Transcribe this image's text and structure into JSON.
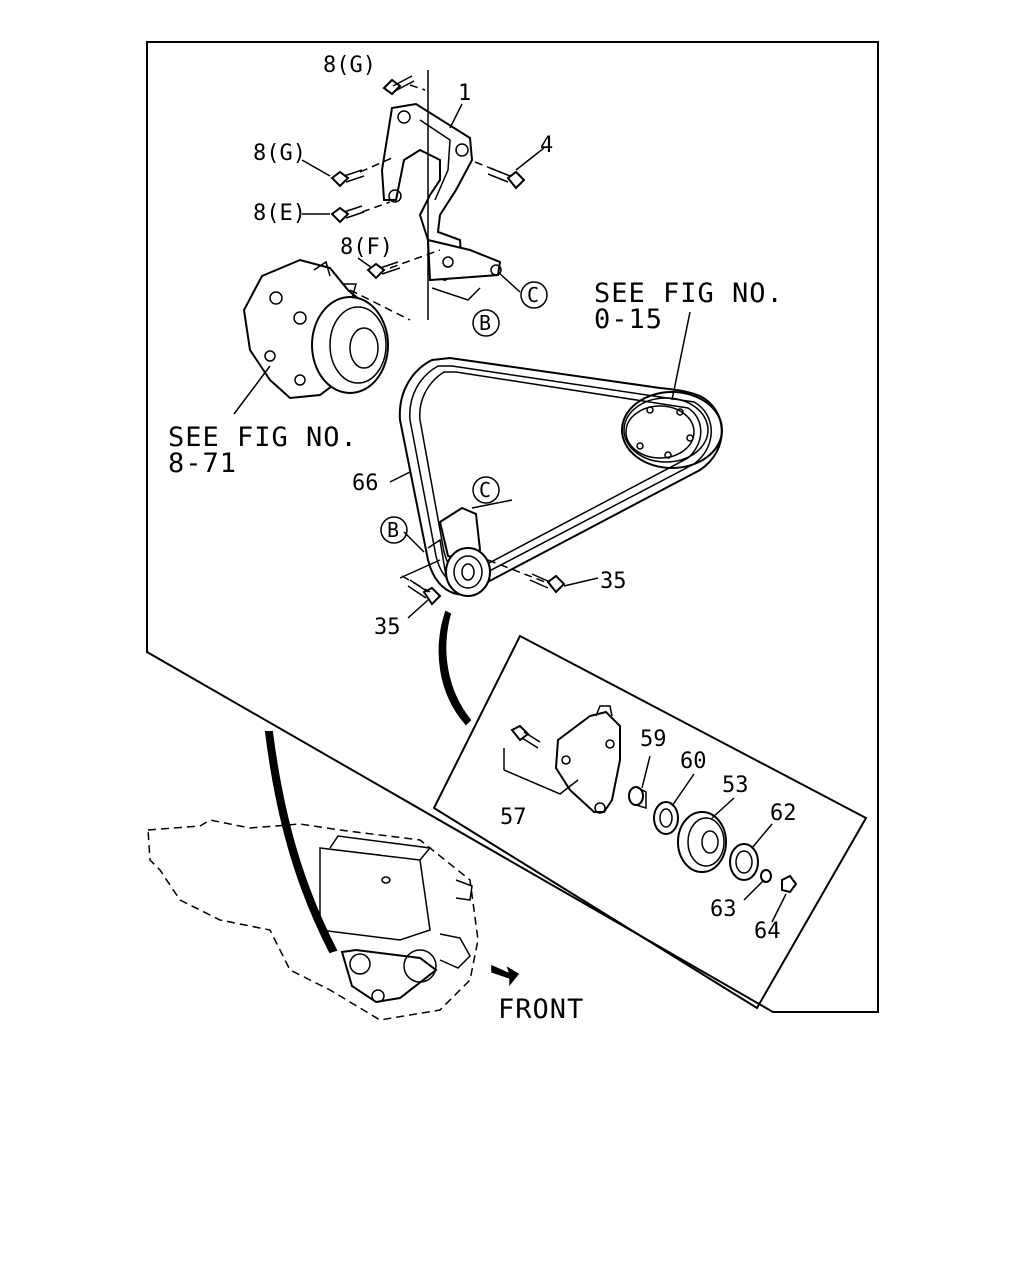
{
  "labels": {
    "bolt_8g_top": "8(G)",
    "bolt_8g_mid": "8(G)",
    "bolt_8e": "8(E)",
    "bolt_8f": "8(F)",
    "bracket_1": "1",
    "bolt_4": "4",
    "ref_c_top": "C",
    "ref_b_top": "B",
    "ref_c_bottom": "C",
    "ref_b_bottom": "B",
    "belt_66": "66",
    "bolt_35_right": "35",
    "bolt_35_left": "35",
    "bracket_57": "57",
    "bushing_59": "59",
    "washer_60": "60",
    "pulley_53": "53",
    "plate_62": "62",
    "washer_63": "63",
    "nut_64": "64",
    "front": "FRONT"
  },
  "see_fig_right": {
    "line1": "SEE FIG NO.",
    "line2": "0-15"
  },
  "see_fig_left": {
    "line1": "SEE FIG NO.",
    "line2": "8-71"
  }
}
